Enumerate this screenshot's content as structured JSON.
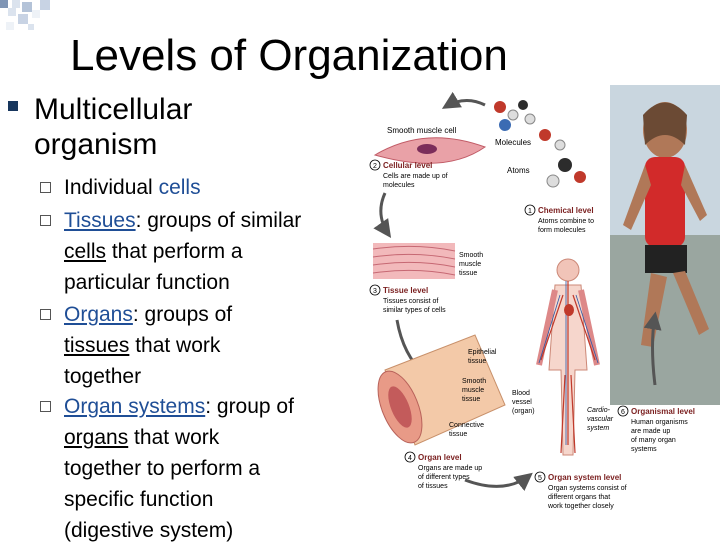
{
  "slide": {
    "title": "Levels of Organization",
    "bullet": {
      "line1": "Multicellular",
      "line2": "organism"
    },
    "subbullets": {
      "s1": {
        "a": "Individual ",
        "b": "cells"
      },
      "s2": {
        "a": "Tissues",
        "b": ": groups of similar",
        "c": "cells",
        "d": " that perform a",
        "e": "particular function"
      },
      "s3": {
        "a": "Organs",
        "b": ": groups of",
        "c": "tissues",
        "d": " that work",
        "e": "together"
      },
      "s4": {
        "a": "Organ systems",
        "b": ": group of",
        "c": "organs",
        "d": " that work",
        "e": "together to perform a",
        "f": "specific function",
        "g": "(digestive system)"
      }
    }
  },
  "figure": {
    "smooth_muscle_cell": "Smooth muscle cell",
    "molecules": "Molecules",
    "atoms": "Atoms",
    "cellular_level": {
      "num": "2",
      "title": "Cellular level",
      "desc1": "Cells are made up of",
      "desc2": "molecules"
    },
    "chemical_level": {
      "num": "1",
      "title": "Chemical level",
      "desc1": "Atoms combine to",
      "desc2": "form molecules"
    },
    "smooth_muscle_tissue": {
      "l1": "Smooth",
      "l2": "muscle",
      "l3": "tissue"
    },
    "tissue_level": {
      "num": "3",
      "title": "Tissue level",
      "desc1": "Tissues consist of",
      "desc2": "similar types of cells"
    },
    "epithelial_tissue": {
      "l1": "Epithelial",
      "l2": "tissue"
    },
    "smooth_muscle_tissue2": {
      "l1": "Smooth",
      "l2": "muscle",
      "l3": "tissue"
    },
    "connective_tissue": {
      "l1": "Connective",
      "l2": "tissue"
    },
    "blood_vessel": {
      "l1": "Blood",
      "l2": "vessel",
      "l3": "(organ)"
    },
    "cardiovascular": {
      "l1": "Cardio-",
      "l2": "vascular",
      "l3": "system"
    },
    "organismal_level": {
      "num": "6",
      "title": "Organismal level",
      "desc1": "Human organisms",
      "desc2": "are made up",
      "desc3": "of many organ",
      "desc4": "systems"
    },
    "organ_level": {
      "num": "4",
      "title": "Organ level",
      "desc1": "Organs are made up",
      "desc2": "of different types",
      "desc3": "of tissues"
    },
    "organ_system_level": {
      "num": "5",
      "title": "Organ system level",
      "desc1": "Organ systems consist of",
      "desc2": "different organs that",
      "desc3": "work together closely"
    }
  }
}
